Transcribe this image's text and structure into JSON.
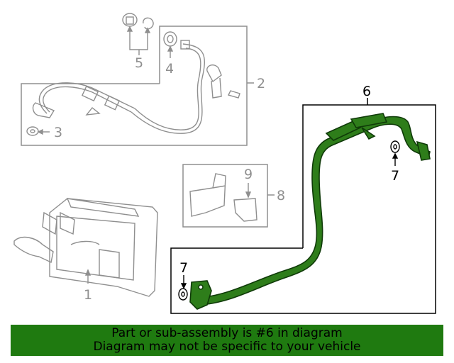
{
  "callouts": {
    "c1": "1",
    "c2": "2",
    "c3": "3",
    "c4": "4",
    "c5": "5",
    "c6": "6",
    "c7a": "7",
    "c7b": "7",
    "c8": "8",
    "c9": "9"
  },
  "banner": {
    "line1": "Part or sub-assembly is #6 in diagram",
    "line2": "Diagram may not be specific to your vehicle"
  },
  "colors": {
    "highlight": "#1f7a10",
    "part_fill": "#2e7d1a",
    "outline": "#8f8f8f",
    "selected_box": "#000000"
  }
}
